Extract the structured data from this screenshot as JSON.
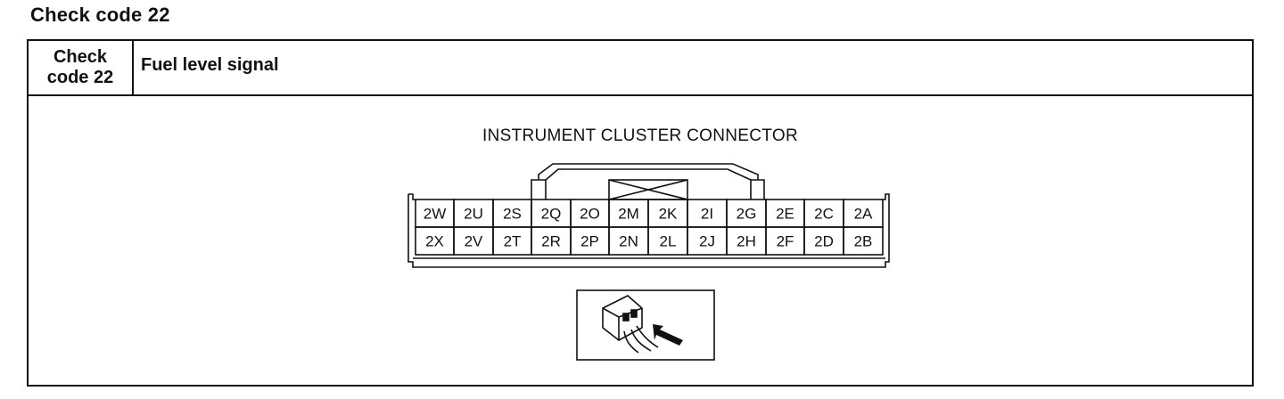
{
  "page_title": "Check code 22",
  "table": {
    "code_line1": "Check",
    "code_line2": "code 22",
    "description": "Fuel level signal"
  },
  "connector": {
    "title": "INSTRUMENT CLUSTER CONNECTOR",
    "top_row": [
      "2W",
      "2U",
      "2S",
      "2Q",
      "2O",
      "2M",
      "2K",
      "2I",
      "2G",
      "2E",
      "2C",
      "2A"
    ],
    "bottom_row": [
      "2X",
      "2V",
      "2T",
      "2R",
      "2P",
      "2N",
      "2L",
      "2J",
      "2H",
      "2F",
      "2D",
      "2B"
    ]
  },
  "icons": [
    "harness-connector-back-probe-icon",
    "arrow-icon"
  ]
}
